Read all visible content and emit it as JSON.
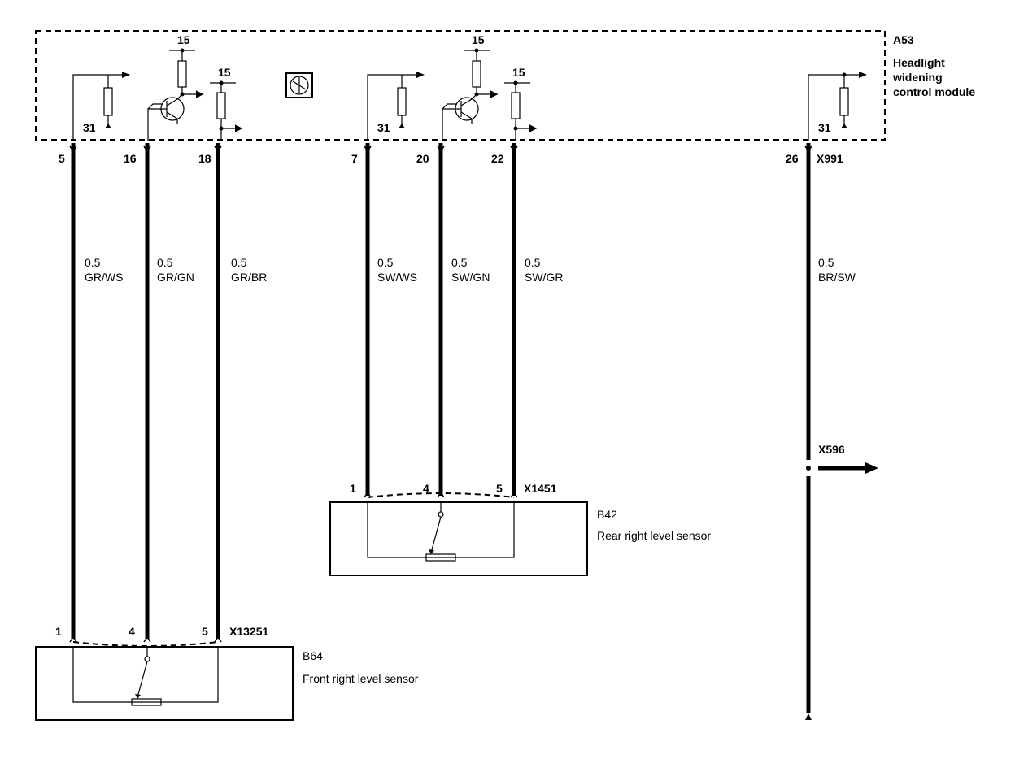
{
  "module": {
    "id": "A53",
    "name_line1": "Headlight",
    "name_line2": "widening",
    "name_line3": "control module",
    "connector": "X991",
    "supply_label": "15",
    "ground_label": "31"
  },
  "pins": [
    {
      "pin": "5",
      "size": "0.5",
      "color": "GR/WS"
    },
    {
      "pin": "16",
      "size": "0.5",
      "color": "GR/GN"
    },
    {
      "pin": "18",
      "size": "0.5",
      "color": "GR/BR"
    },
    {
      "pin": "7",
      "size": "0.5",
      "color": "SW/WS"
    },
    {
      "pin": "20",
      "size": "0.5",
      "color": "SW/GN"
    },
    {
      "pin": "22",
      "size": "0.5",
      "color": "SW/GR"
    },
    {
      "pin": "26",
      "size": "0.5",
      "color": "BR/SW"
    }
  ],
  "rear_sensor": {
    "id": "B42",
    "name": "Rear right level sensor",
    "connector": "X1451",
    "pins": [
      "1",
      "4",
      "5"
    ]
  },
  "front_sensor": {
    "id": "B64",
    "name": "Front right level sensor",
    "connector": "X13251",
    "pins": [
      "1",
      "4",
      "5"
    ]
  },
  "splice": {
    "id": "X596"
  }
}
